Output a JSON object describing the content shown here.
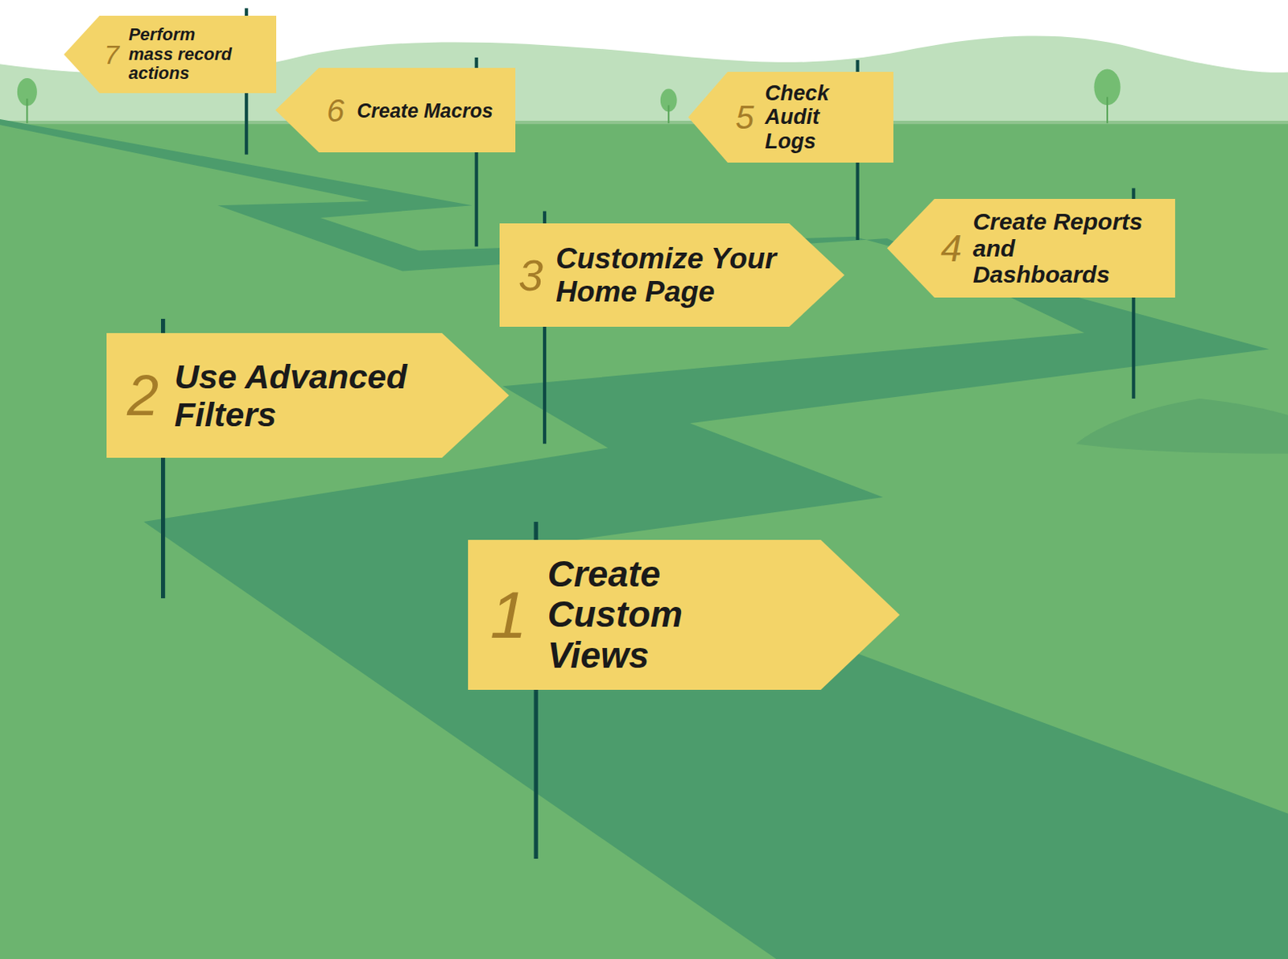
{
  "diagram": {
    "nodes": [
      {
        "text": [
          "1",
          "Create Custom Views"
        ]
      },
      {
        "text": [
          "2",
          "Use Advanced Filters"
        ]
      },
      {
        "text": [
          "3",
          "Customize Your Home Page"
        ]
      },
      {
        "text": [
          "4",
          "Create Reports and Dashboards"
        ]
      },
      {
        "text": [
          "5",
          "Check Audit Logs"
        ]
      },
      {
        "text": [
          "6",
          "Create Macros"
        ]
      },
      {
        "text": [
          "7",
          "Perform mass record actions"
        ]
      }
    ]
  }
}
